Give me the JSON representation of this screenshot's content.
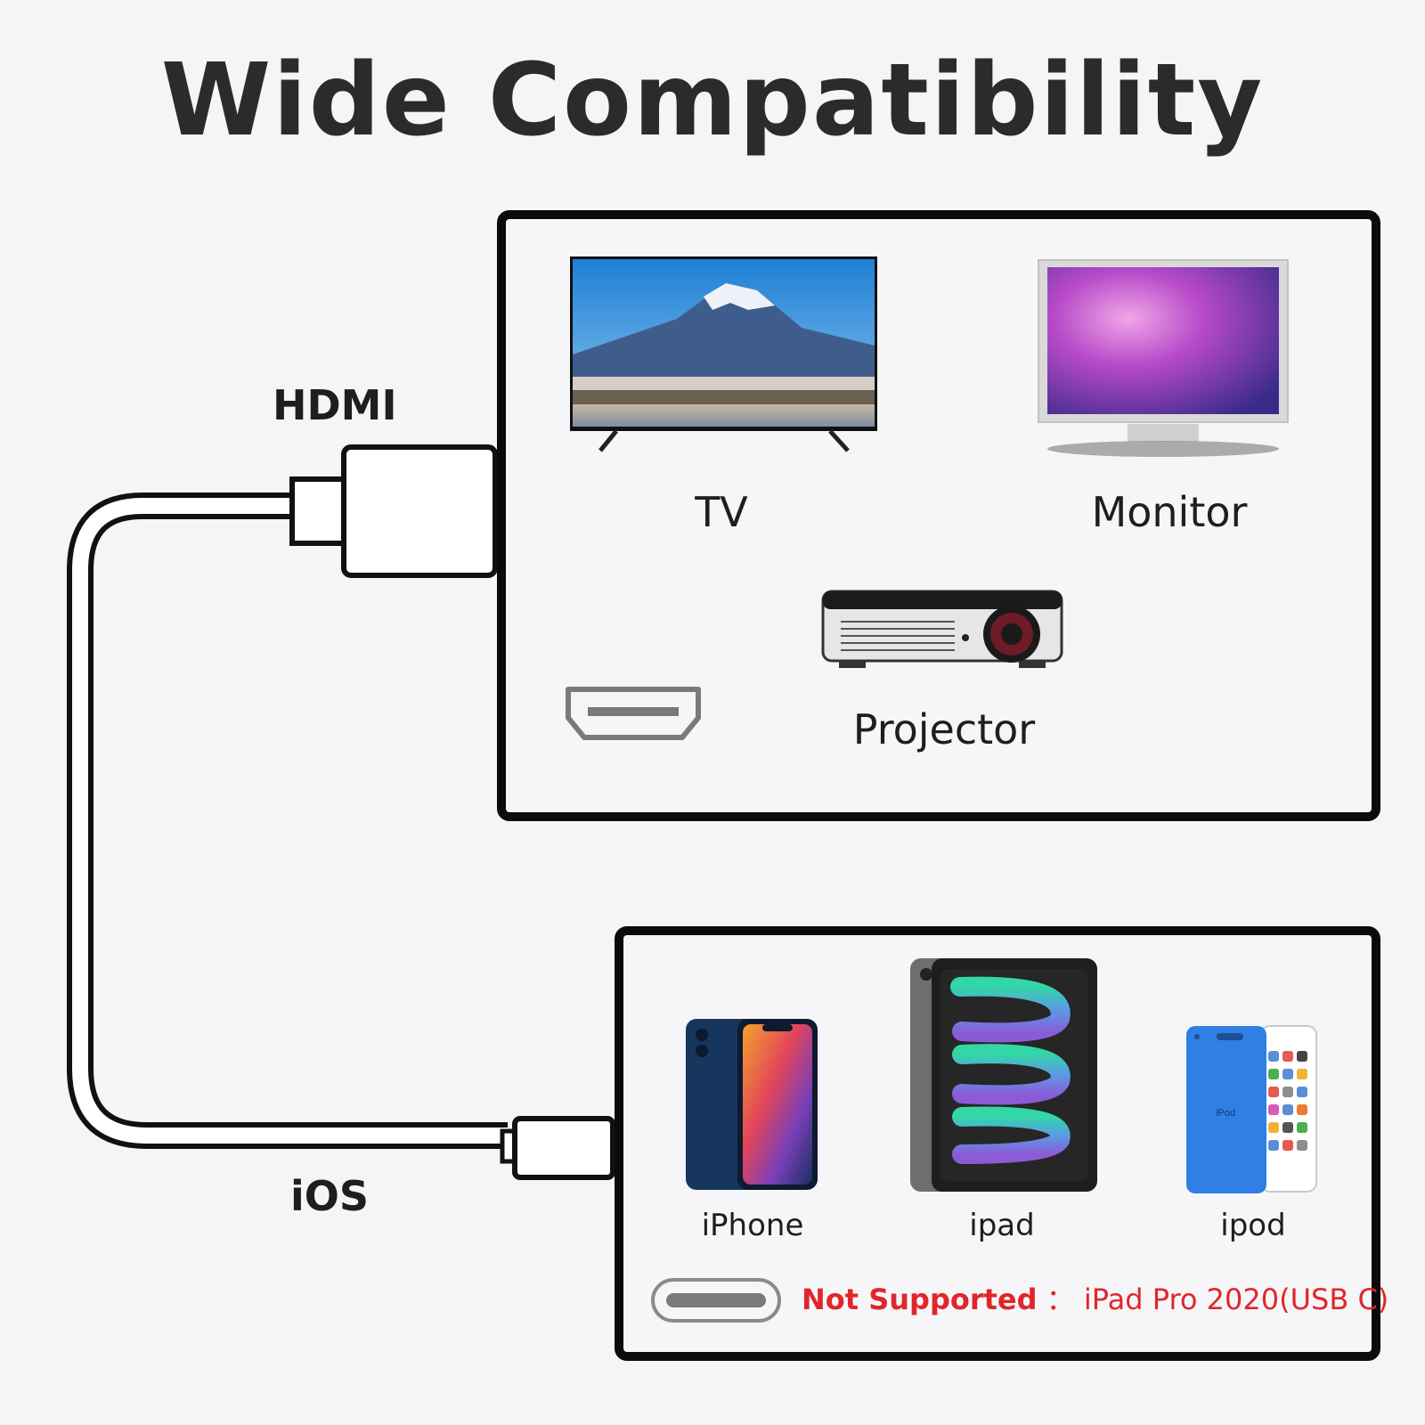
{
  "title": "Wide Compatibility",
  "ports": {
    "hdmi": "HDMI",
    "ios": "iOS"
  },
  "output_devices": {
    "tv": "TV",
    "monitor": "Monitor",
    "projector": "Projector"
  },
  "input_devices": {
    "iphone": "iPhone",
    "ipad": "ipad",
    "ipod": "ipod"
  },
  "ipod_logo": "iPod",
  "notice": {
    "prefix": "Not Supported",
    "separator": "：",
    "product": "iPad Pro  2020(USB C)"
  },
  "colors": {
    "title": "#2b2b2b",
    "warning": "#e1262b",
    "frame": "#0b0b0b"
  }
}
